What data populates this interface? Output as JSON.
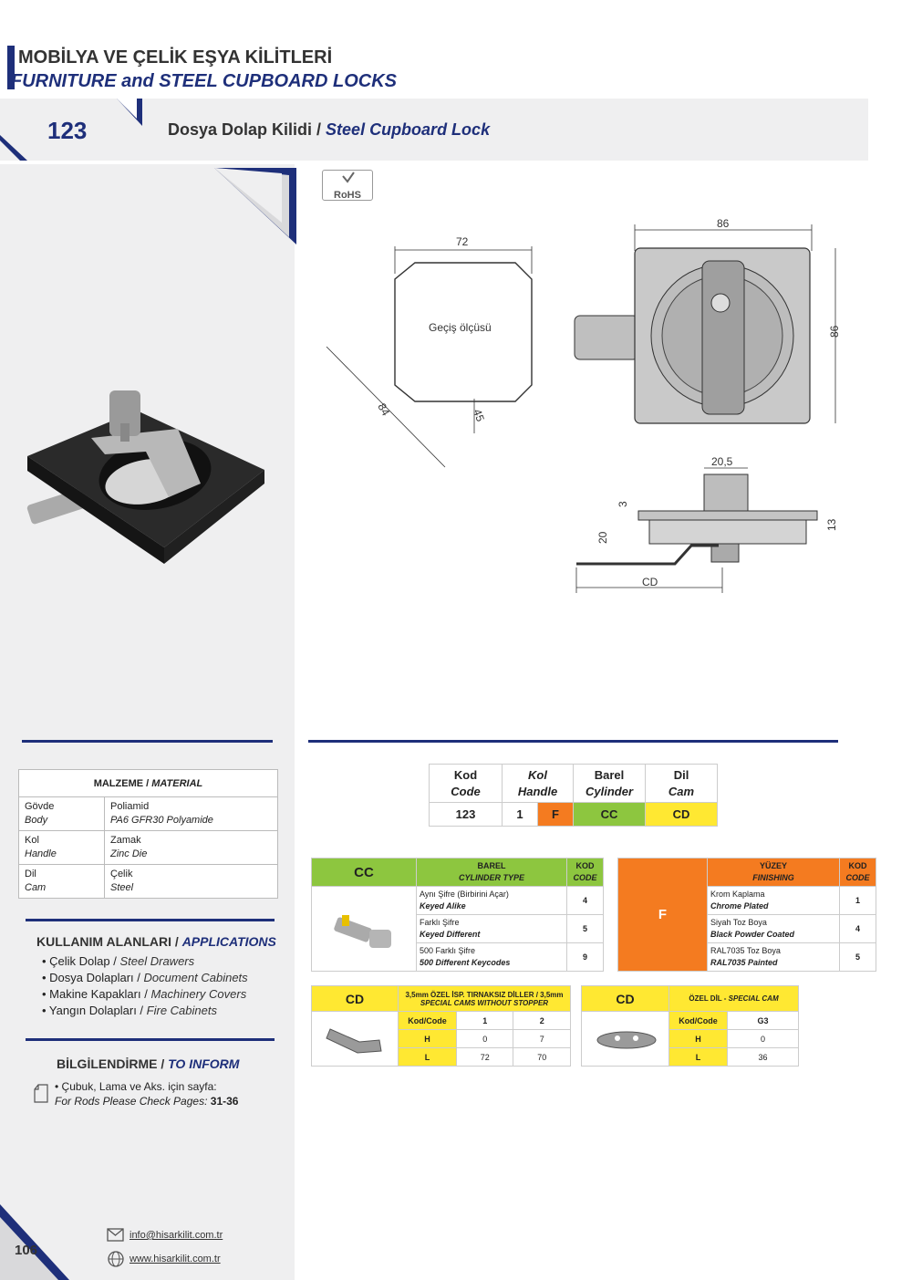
{
  "header": {
    "title_tr": "MOBİLYA VE ÇELİK EŞYA KİLİTLERİ",
    "title_en": "FURNITURE and STEEL CUPBOARD LOCKS"
  },
  "product": {
    "number": "123",
    "name_tr": "Dosya Dolap Kilidi /",
    "name_en": "Steel Cupboard Lock"
  },
  "rohs": "RoHS",
  "drawing": {
    "passage_label": "Geçiş ölçüsü",
    "dims": {
      "w72": "72",
      "d84": "84",
      "d45": "45",
      "w86": "86",
      "h86": "86",
      "w20_5": "20,5",
      "d3": "3",
      "d20": "20",
      "d13": "13",
      "cd": "CD"
    }
  },
  "material": {
    "heading_tr": "MALZEME /",
    "heading_en": "MATERIAL",
    "rows": [
      {
        "part_tr": "Gövde",
        "part_en": "Body",
        "mat_tr": "Poliamid",
        "mat_en": "PA6 GFR30 Polyamide"
      },
      {
        "part_tr": "Kol",
        "part_en": "Handle",
        "mat_tr": "Zamak",
        "mat_en": "Zinc Die"
      },
      {
        "part_tr": "Dil",
        "part_en": "Cam",
        "mat_tr": "Çelik",
        "mat_en": "Steel"
      }
    ]
  },
  "applications": {
    "heading_tr": "KULLANIM ALANLARI /",
    "heading_en": "APPLICATIONS",
    "items": [
      {
        "tr": "• Çelik Dolap /",
        "en": "Steel Drawers"
      },
      {
        "tr": "• Dosya Dolapları /",
        "en": "Document Cabinets"
      },
      {
        "tr": "• Makine Kapakları /",
        "en": "Machinery Covers"
      },
      {
        "tr": "• Yangın Dolapları /",
        "en": "Fire Cabinets"
      }
    ]
  },
  "inform": {
    "heading_tr": "BİLGİLENDİRME /",
    "heading_en": "TO INFORM",
    "line1": "• Çubuk, Lama ve Aks. için sayfa:",
    "line2": "For Rods Please Check Pages:",
    "pages": "31-36"
  },
  "code_table": {
    "headers": [
      {
        "tr": "Kod",
        "en": "Code"
      },
      {
        "tr": "Kol",
        "en": "Handle"
      },
      {
        "tr": "Barel",
        "en": "Cylinder"
      },
      {
        "tr": "Dil",
        "en": "Cam"
      }
    ],
    "values": {
      "code": "123",
      "handle1": "1",
      "handle2": "F",
      "cylinder": "CC",
      "cam": "CD"
    }
  },
  "cylinder": {
    "code": "CC",
    "head_tr": "BAREL",
    "head_en": "CYLINDER TYPE",
    "kod_tr": "KOD",
    "kod_en": "CODE",
    "rows": [
      {
        "tr": "Aynı Şifre (Birbirini Açar)",
        "en": "Keyed Alike",
        "code": "4"
      },
      {
        "tr": "Farklı Şifre",
        "en": "Keyed Different",
        "code": "5"
      },
      {
        "tr": "500 Farklı Şifre",
        "en": "500 Different Keycodes",
        "code": "9"
      }
    ]
  },
  "finishing": {
    "code": "F",
    "head_tr": "YÜZEY",
    "head_en": "FINISHING",
    "kod_tr": "KOD",
    "kod_en": "CODE",
    "rows": [
      {
        "tr": "Krom Kaplama",
        "en": "Chrome Plated",
        "code": "1"
      },
      {
        "tr": "Siyah Toz Boya",
        "en": "Black Powder Coated",
        "code": "4"
      },
      {
        "tr": "RAL7035 Toz Boya",
        "en": "RAL7035 Painted",
        "code": "5"
      }
    ]
  },
  "cam1": {
    "code": "CD",
    "head_tr": "3,5mm ÖZEL İSP. TIRNAKSIZ DİLLER / 3,5mm",
    "head_en": "SPECIAL CAMS WITHOUT STOPPER",
    "col_head": "Kod/Code",
    "cols": [
      "1",
      "2"
    ],
    "rows": [
      {
        "label": "H",
        "vals": [
          "0",
          "7"
        ]
      },
      {
        "label": "L",
        "vals": [
          "72",
          "70"
        ]
      }
    ]
  },
  "cam2": {
    "code": "CD",
    "head_tr": "ÖZEL DİL -",
    "head_en": "SPECIAL CAM",
    "col_head": "Kod/Code",
    "cols": [
      "G3"
    ],
    "rows": [
      {
        "label": "H",
        "vals": [
          "0"
        ]
      },
      {
        "label": "L",
        "vals": [
          "36"
        ]
      }
    ]
  },
  "footer": {
    "page": "106",
    "email": "info@hisarkilit.com.tr",
    "web": "www.hisarkilit.com.tr"
  },
  "colors": {
    "navy": "#1e2f7a",
    "green": "#8dc63f",
    "orange": "#f47b20",
    "yellow": "#ffe832"
  }
}
